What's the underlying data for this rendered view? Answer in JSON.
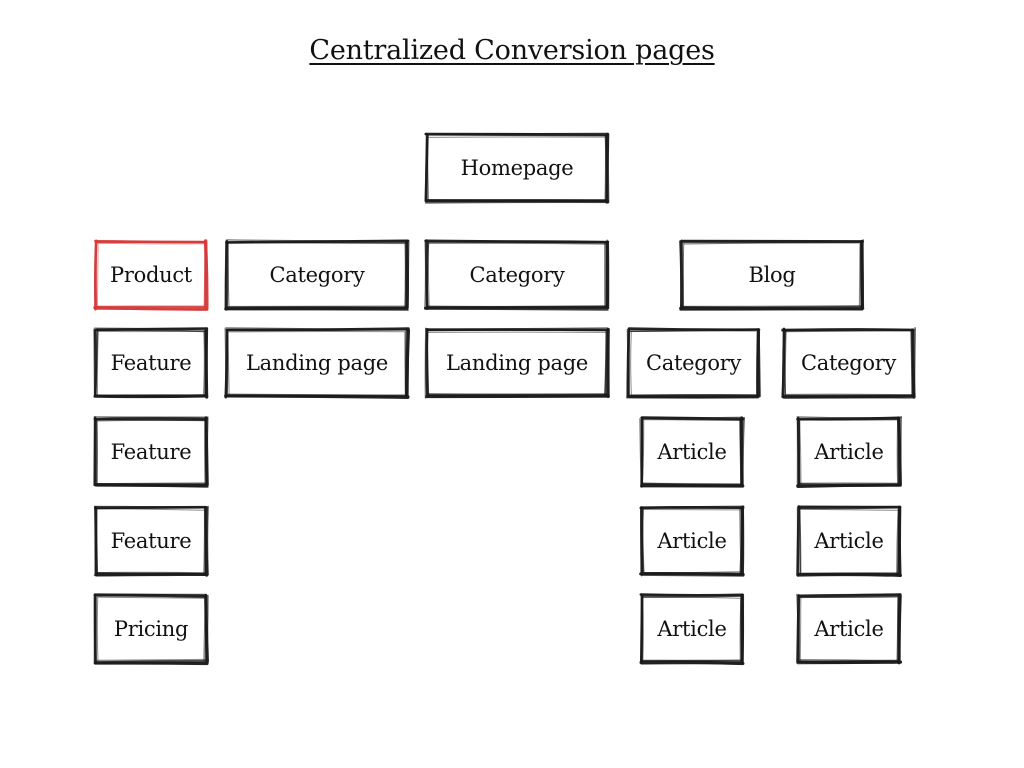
{
  "title": "Centralized Conversion pages",
  "colors": {
    "default_border": "#1a1a1a",
    "highlight_border": "#d43a3a",
    "text": "#111111",
    "background": "#ffffff"
  },
  "nodes": {
    "homepage": "Homepage",
    "product": "Product",
    "category_1": "Category",
    "category_2": "Category",
    "blog": "Blog",
    "feature_1": "Feature",
    "landing_page_1": "Landing page",
    "landing_page_2": "Landing page",
    "blog_category_1": "Category",
    "blog_category_2": "Category",
    "feature_2": "Feature",
    "article_1": "Article",
    "article_2": "Article",
    "feature_3": "Feature",
    "article_3": "Article",
    "article_4": "Article",
    "pricing": "Pricing",
    "article_5": "Article",
    "article_6": "Article"
  },
  "highlighted": [
    "product"
  ]
}
